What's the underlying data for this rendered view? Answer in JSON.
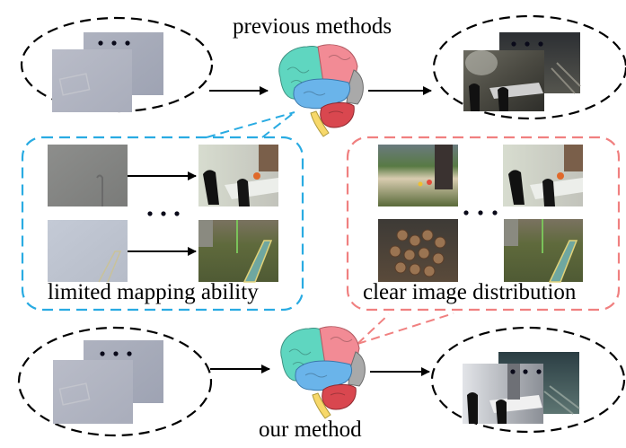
{
  "figure": {
    "top_label": "previous methods",
    "bottom_label": "our method",
    "left_box_label": "limited mapping ability",
    "right_box_label": "clear image distribution",
    "ellipsis": "...",
    "colors": {
      "left_box_border": "#29abe2",
      "right_box_border": "#f08080",
      "ellipse_border": "#000000",
      "arrow": "#000000",
      "brain_frontal": "#5fd6c0",
      "brain_parietal": "#f28b95",
      "brain_temporal": "#6ab4ea",
      "brain_occipital": "#a9a9a9",
      "brain_cerebellum": "#d9474f",
      "brain_stem": "#f7d86a"
    },
    "images": {
      "hazy_inputs": [
        "hazy-indoor-chairs",
        "hazy-outdoor-track"
      ],
      "previous_outputs": [
        "dark-dehazed-indoor-chairs",
        "dark-dehazed-outdoor-track"
      ],
      "mapping_pairs": [
        {
          "hazy": "hazy-indoor-chairs",
          "clear": "clear-indoor-chairs"
        },
        {
          "hazy": "hazy-outdoor-lawn-track",
          "clear": "clear-outdoor-lawn-track"
        }
      ],
      "clear_distribution": [
        "clear-sandbox-playground",
        "clear-indoor-chairs",
        "clear-log-pile",
        "clear-outdoor-lawn-track"
      ],
      "our_outputs": [
        "clean-indoor-chairs",
        "clean-outdoor-track"
      ]
    }
  }
}
